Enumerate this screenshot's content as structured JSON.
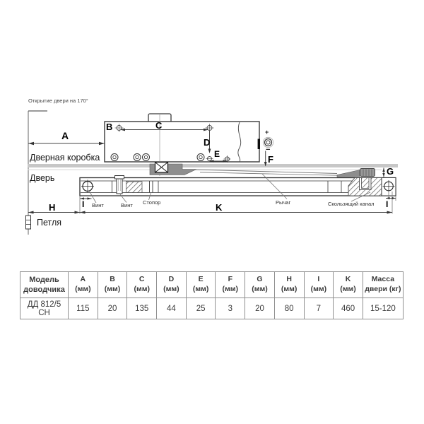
{
  "drawing": {
    "note": "Открытие двери на 170°",
    "door_frame_label": "Дверная коробка",
    "door_label": "Дверь",
    "hinge_label": "Петля",
    "screw_label_1": "Винт",
    "screw_label_2": "Винт",
    "stopper_label": "Стопор",
    "lever_label": "Рычаг",
    "slide_channel_label": "Скользящий канал",
    "valve_plus": "+",
    "valve_minus": "−",
    "dim_letters": {
      "a": "A",
      "b": "B",
      "c": "C",
      "d": "D",
      "e": "E",
      "f": "F",
      "g": "G",
      "h": "H",
      "i_left": "I",
      "k": "K",
      "i_right": "I"
    }
  },
  "table": {
    "headers": [
      {
        "l1": "Модель",
        "l2": "доводчика"
      },
      {
        "l1": "A",
        "l2": "(мм)"
      },
      {
        "l1": "B",
        "l2": "(мм)"
      },
      {
        "l1": "C",
        "l2": "(мм)"
      },
      {
        "l1": "D",
        "l2": "(мм)"
      },
      {
        "l1": "E",
        "l2": "(мм)"
      },
      {
        "l1": "F",
        "l2": "(мм)"
      },
      {
        "l1": "G",
        "l2": "(мм)"
      },
      {
        "l1": "H",
        "l2": "(мм)"
      },
      {
        "l1": "I",
        "l2": "(мм)"
      },
      {
        "l1": "K",
        "l2": "(мм)"
      },
      {
        "l1": "Масса",
        "l2": "двери (кг)"
      }
    ],
    "row": [
      "ДД 812/5 СН",
      "115",
      "20",
      "135",
      "44",
      "25",
      "3",
      "20",
      "80",
      "7",
      "460",
      "15-120"
    ]
  }
}
